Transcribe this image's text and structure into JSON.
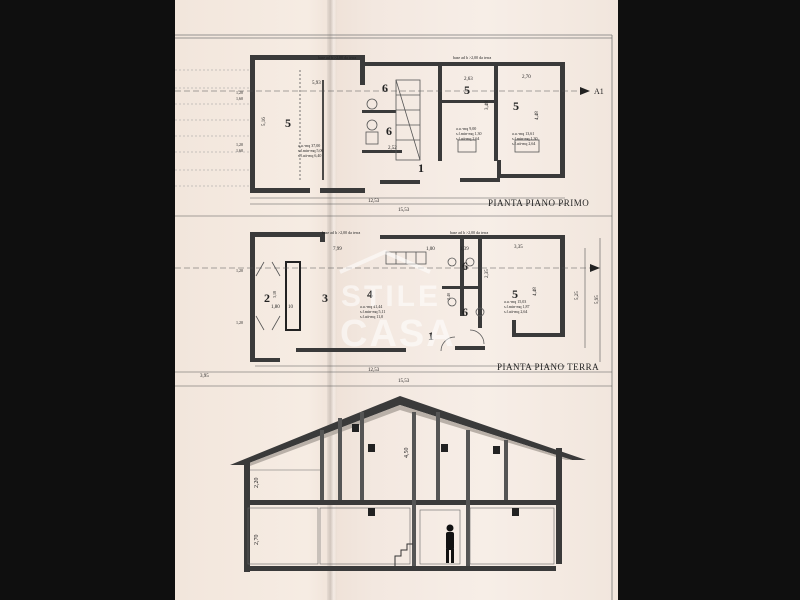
{
  "plan_primo": {
    "title": "PIANTA PIANO PRIMO",
    "axis_label": "A1",
    "ceiling_note_1": "base ad h >2,00 da terra",
    "ceiling_note_2": "base ad h >2,00 da terra",
    "rooms": [
      {
        "label": "5",
        "info": [
          "a.u.-mq 37,00",
          "s.f.min-mq 5,00",
          "s.f.att-mq 6,40"
        ]
      },
      {
        "label": "6"
      },
      {
        "label": "6"
      },
      {
        "label": "1"
      },
      {
        "label": "5",
        "info": [
          "a.u.-mq 9,00",
          "s.f.min-mq 1,30",
          "s.f.att-mq 2,64"
        ]
      },
      {
        "label": "5",
        "info": [
          "a.u.-mq 13,61",
          "s.f.min-mq 1,30",
          "s.f.att-mq 2,64"
        ]
      }
    ],
    "dims": [
      "5,16",
      "5,93",
      "2,63",
      "2,70",
      "3,48",
      "4,48",
      "2,52",
      "12,53",
      "15,53",
      "1,20",
      "1,60",
      "1,20",
      "1,60"
    ]
  },
  "plan_terra": {
    "title": "PIANTA PIANO TERRA",
    "ceiling_note_1": "base ad h >2,00 da terra",
    "ceiling_note_2": "base ad h >2,00 da terra",
    "rooms": [
      {
        "label": "2"
      },
      {
        "label": "3"
      },
      {
        "label": "4",
        "info": [
          "a.u.-mq 41,44",
          "s.f.min-mq 5,11",
          "s.f.att-mq 11,0"
        ]
      },
      {
        "label": "6"
      },
      {
        "label": "6"
      },
      {
        "label": "5",
        "info": [
          "a.u.-mq 15,03",
          "s.f.min-mq 1,87",
          "s.f.att-mq 2,64"
        ]
      },
      {
        "label": "1"
      }
    ],
    "dims": [
      "7,99",
      "1,00",
      "1,39",
      "3,35",
      "2,35",
      "4,48",
      "5,25",
      "5,95",
      "1,80",
      "10",
      "3,18",
      "12,53",
      "15,53",
      "3,95",
      "1,20",
      "1,20",
      "2,40"
    ]
  },
  "section": {
    "dims": [
      "2,20",
      "4,50",
      "2,70"
    ]
  },
  "watermark": {
    "line1": "STILE",
    "line2": "CASA"
  },
  "colors": {
    "paper": "#f4e9e0",
    "wall": "#3a3a3a",
    "line": "#444444",
    "background": "#111111"
  }
}
